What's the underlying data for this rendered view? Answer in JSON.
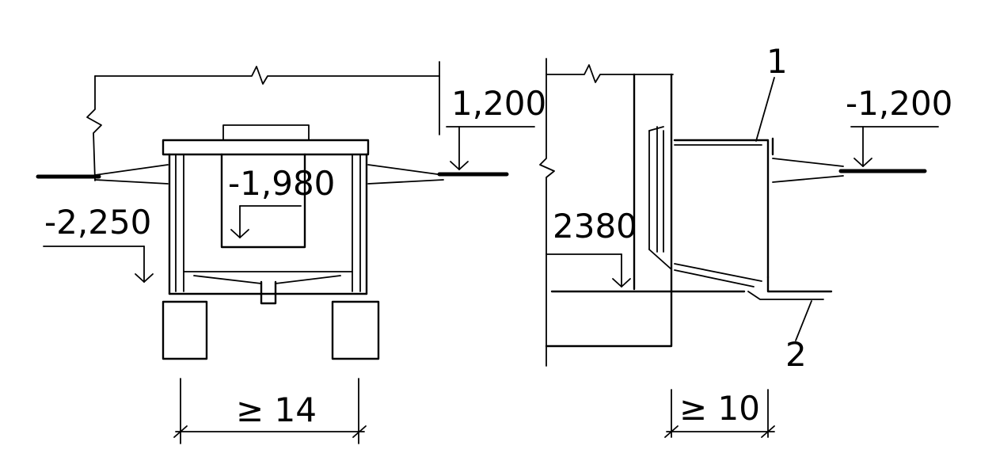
{
  "left_view": {
    "top_elevation": "1,200",
    "inner_elevation": "-1,980",
    "bottom_elevation": "-2,250",
    "width_dimension": "≥ 14"
  },
  "right_view": {
    "top_elevation": "-1,200",
    "bottom_elevation": "2380",
    "width_dimension": "≥ 10",
    "callouts": [
      {
        "number": "1"
      },
      {
        "number": "2"
      }
    ]
  }
}
